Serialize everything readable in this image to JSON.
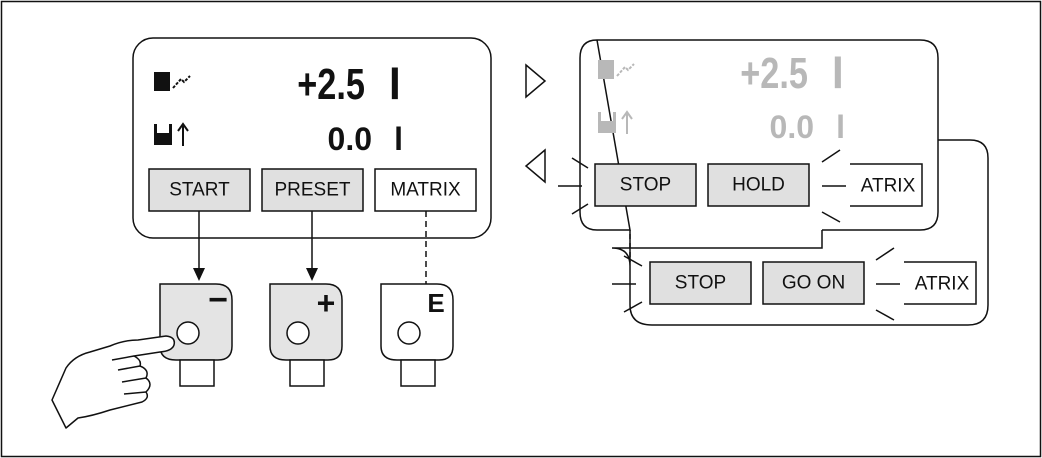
{
  "main_display": {
    "total_value": "+2.5",
    "total_unit": "l",
    "batch_value": "0.0",
    "batch_unit": "l",
    "softkeys": [
      "START",
      "PRESET",
      "MATRIX"
    ]
  },
  "running_display": {
    "total_value": "+2.5",
    "total_unit": "l",
    "batch_value": "0.0",
    "batch_unit": "l",
    "softkeys": [
      "STOP",
      "HOLD",
      "ATRIX"
    ]
  },
  "hold_display": {
    "softkeys": [
      "STOP",
      "GO ON",
      "ATRIX"
    ]
  },
  "keys": {
    "minus_symbol": "−",
    "plus_symbol": "+",
    "enter_symbol": "E"
  },
  "icons": {
    "total_icon": "container-flow-icon",
    "batch_icon": "container-arrow-up-icon",
    "forward_arrow": "triangle-right-icon",
    "back_arrow": "triangle-left-icon",
    "hand": "pointing-hand-icon"
  },
  "colors": {
    "key_fill": "#e4e4e4",
    "softkey_fill": "#e0e0e0",
    "faded_text": "#b8b8b8",
    "line": "#111111"
  }
}
